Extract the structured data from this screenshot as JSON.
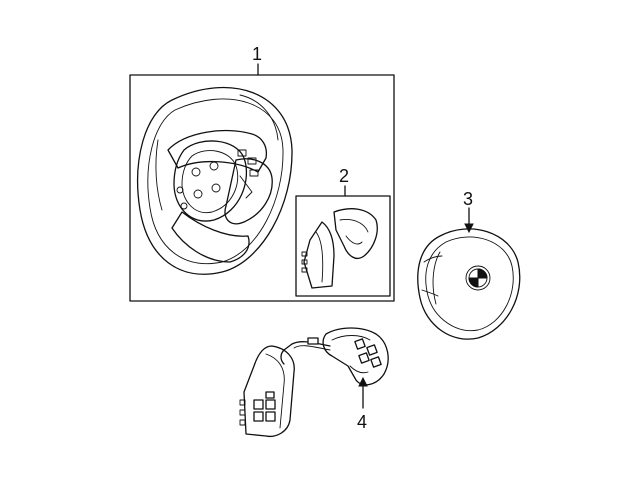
{
  "callouts": {
    "part1": "1",
    "part2": "2",
    "part3": "3",
    "part4": "4"
  },
  "parts": [
    {
      "id": "1",
      "icon": "steering-wheel-icon"
    },
    {
      "id": "2",
      "icon": "wheel-trim-cover-icon"
    },
    {
      "id": "3",
      "icon": "airbag-module-icon"
    },
    {
      "id": "4",
      "icon": "steering-wheel-switch-icon"
    }
  ],
  "colors": {
    "line": "#111111",
    "background": "#ffffff"
  }
}
